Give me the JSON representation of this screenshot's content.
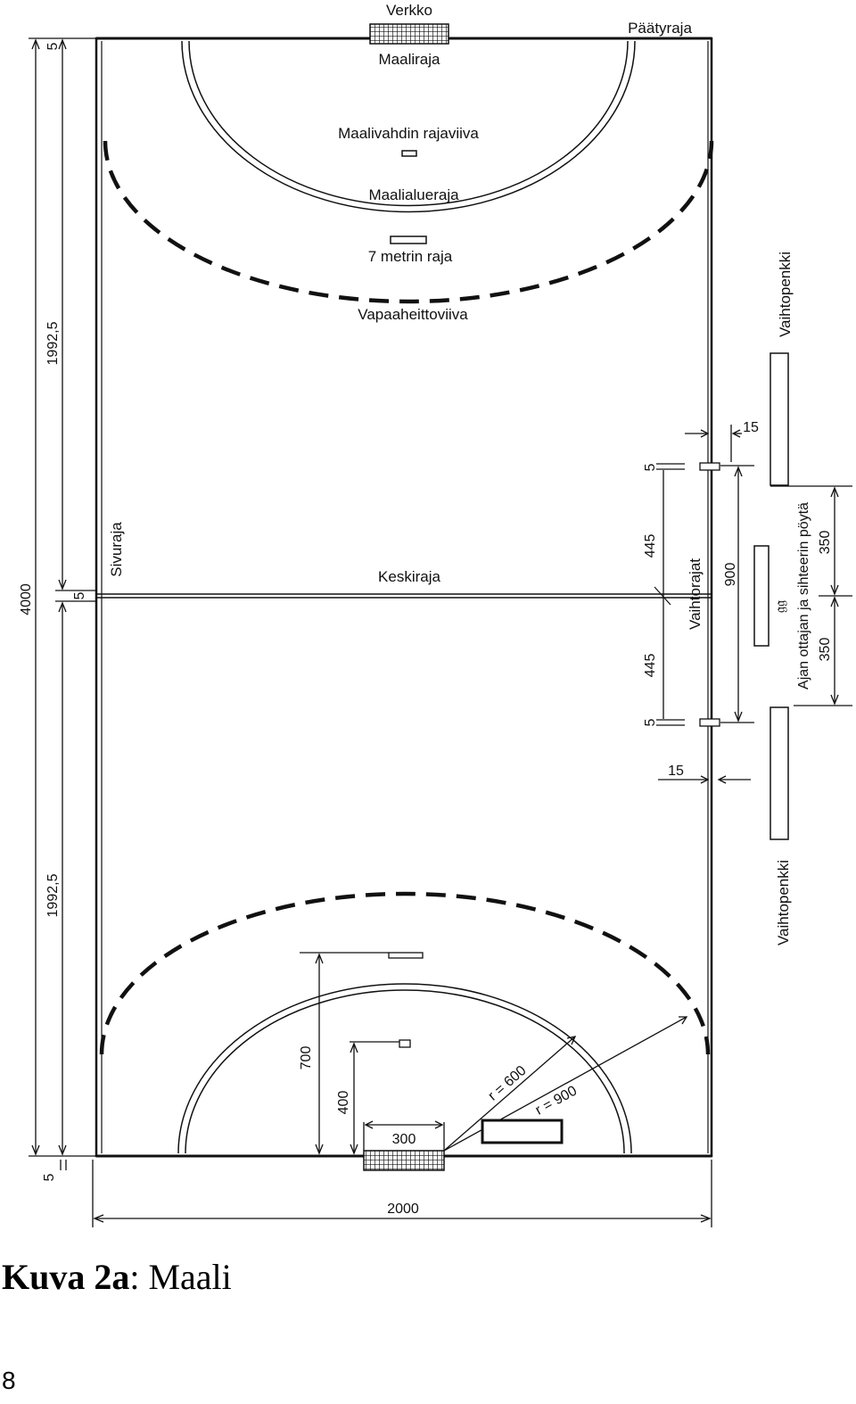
{
  "labels": {
    "verkko": "Verkko",
    "maaliraja": "Maaliraja",
    "paatyraja": "Päätyraja",
    "maalivahdin_rajaviiva": "Maalivahdin rajaviiva",
    "maalialueraja": "Maalialueraja",
    "seitseman_metrin_raja": "7 metrin raja",
    "vapaaheittoviiva": "Vapaaheittoviiva",
    "vaihtopenkki_top": "Vaihtopenkki",
    "vaihtopenkki_bottom": "Vaihtopenkki",
    "sivuraja": "Sivuraja",
    "keskiraja": "Keskiraja",
    "vaihtorajat": "Vaihtorajat",
    "ajanottajan_poyta": "Ajan ottajan ja sihteerin pöytä"
  },
  "dimensions": {
    "top_gap": "5",
    "top_half": "1992,5",
    "center_gap": "5",
    "total_length": "4000",
    "bottom_half": "1992,5",
    "bottom_gap": "5",
    "width": "2000",
    "sub_gap_top": "5",
    "sub_445_top": "445",
    "sub_445_bottom": "445",
    "sub_gap_bottom": "5",
    "sub_900": "900",
    "sub_15_top": "15",
    "sub_15_bottom": "15",
    "table_350_top": "350",
    "table_350_bottom": "350",
    "line_700": "700",
    "line_400": "400",
    "goal_300": "300",
    "r600": "r = 600",
    "r900": "r = 900"
  },
  "caption": {
    "bold": "Kuva 2a",
    "rest": ": Maali"
  },
  "page_number": "8"
}
